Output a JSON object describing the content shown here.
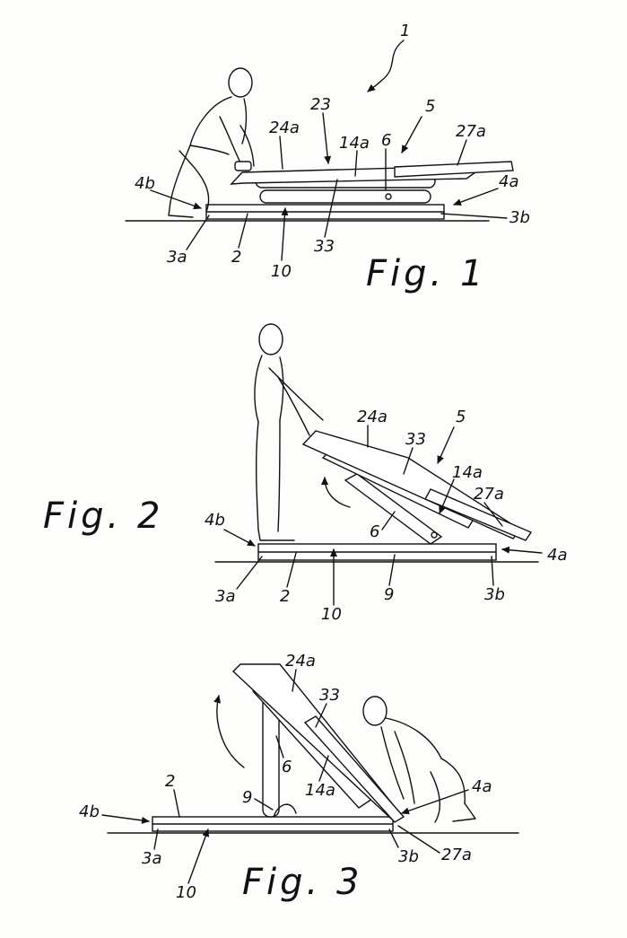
{
  "figures": [
    {
      "caption": "Fig. 1",
      "labels": [
        "1",
        "23",
        "5",
        "24a",
        "14a",
        "6",
        "27a",
        "4b",
        "4a",
        "3b",
        "3a",
        "2",
        "10",
        "33"
      ]
    },
    {
      "caption": "Fig. 2",
      "labels": [
        "24a",
        "5",
        "33",
        "14a",
        "27a",
        "6",
        "4b",
        "4a",
        "3a",
        "2",
        "9",
        "3b",
        "10"
      ]
    },
    {
      "caption": "Fig. 3",
      "labels": [
        "24a",
        "33",
        "6",
        "14a",
        "2",
        "9",
        "4a",
        "4b",
        "3a",
        "3b",
        "27a",
        "10"
      ]
    }
  ]
}
